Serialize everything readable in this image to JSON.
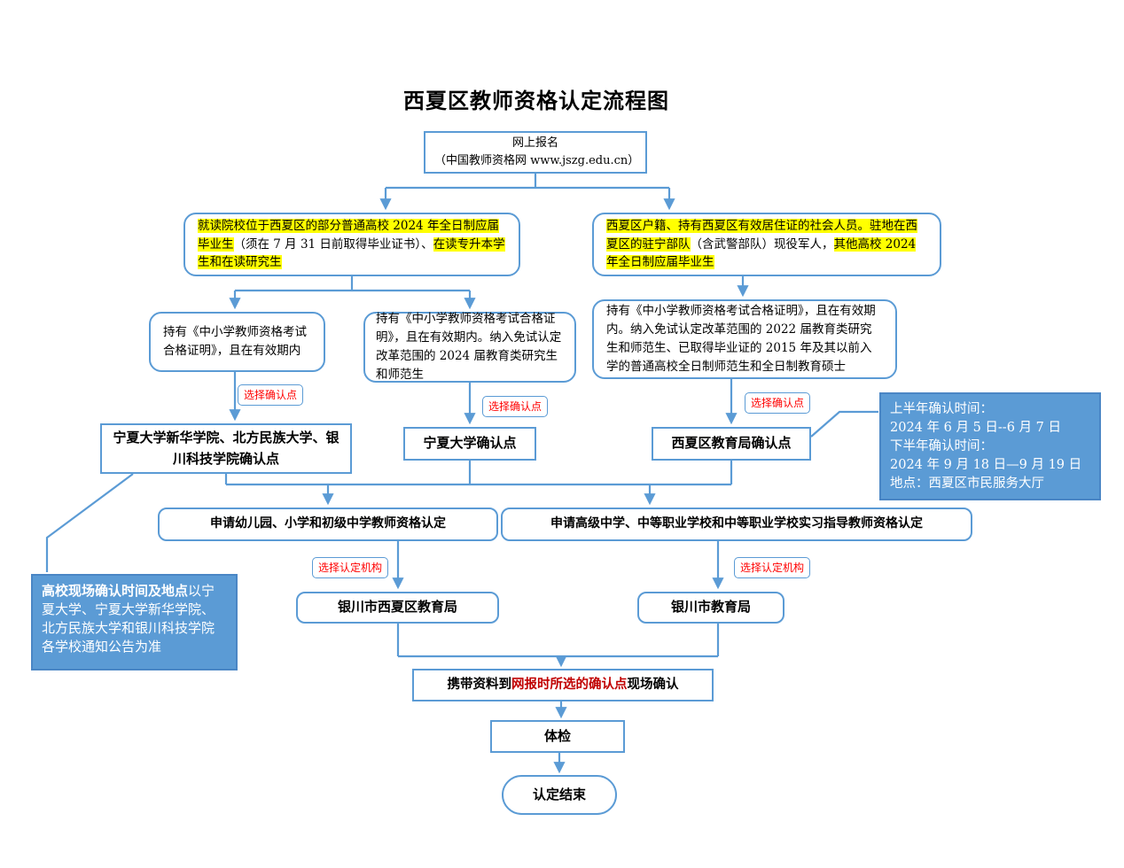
{
  "title": "西夏区教师资格认定流程图",
  "nodes": {
    "online_reg": {
      "line1": "网上报名",
      "line2": "（中国教师资格网 www.jszg.edu.cn）"
    },
    "group_left": {
      "seg1_highlight": "就读院校位于西夏区的部分普通高校 2024 年全日制应届毕业生",
      "seg2_plain": "（须在 7 月 31 日前取得毕业证书）、",
      "seg3_highlight": "在读专升本学生和在读研究生"
    },
    "group_right": {
      "seg1_highlight": "西夏区户籍、持有西夏区有效居住证的社会人员。",
      "seg2_highlight": "驻地在西夏区的驻宁部队",
      "seg3_plain": "（含武警部队）现役军人，",
      "seg4_highlight": "其他高校 2024 年全日制应届毕业生"
    },
    "cond_a": {
      "text": "持有《中小学教师资格考试合格证明》，且在有效期内"
    },
    "cond_b": {
      "text": "持有《中小学教师资格考试合格证明》，且在有效期内。纳入免试认定改革范围的 2024 届教育类研究生和师范生"
    },
    "cond_c": {
      "text": "持有《中小学教师资格考试合格证明》，且在有效期内。纳入免试认定改革范围的 2022 届教育类研究生和师范生、已取得毕业证的 2015 年及其以前入学的普通高校全日制师范生和全日制教育硕士"
    },
    "confirm_left": {
      "text": "宁夏大学新华学院、北方民族大学、银川科技学院确认点"
    },
    "confirm_mid": {
      "text": "宁夏大学确认点"
    },
    "confirm_right": {
      "text": "西夏区教育局确认点"
    },
    "apply_left": {
      "text": "申请幼儿园、小学和初级中学教师资格认定"
    },
    "apply_right": {
      "text": "申请高级中学、中等职业学校和中等职业学校实习指导教师资格认定"
    },
    "bureau_left": {
      "text": "银川市西夏区教育局"
    },
    "bureau_right": {
      "text": "银川市教育局"
    },
    "onsite": {
      "seg1": "携带资料到",
      "seg2_red": "网报时所选的确认点",
      "seg3": "现场确认"
    },
    "physical": {
      "text": "体检"
    },
    "end": {
      "text": "认定结束"
    }
  },
  "labels": {
    "choose_confirm_point": "选择确认点",
    "choose_agency": "选择认定机构"
  },
  "notes": {
    "confirm_time": {
      "lines": [
        "上半年确认时间：",
        "2024 年 6 月 5 日--6 月 7 日",
        "下半年确认时间：",
        "2024 年 9 月 18 日—9 月 19 日",
        "地点：西夏区市民服务大厅"
      ]
    },
    "college_note": {
      "bold": "高校现场确认时间及地点",
      "rest": "以宁夏大学、宁夏大学新华学院、北方民族大学和银川科技学院各学校通知公告为准"
    }
  },
  "colors": {
    "line_blue": "#5B9BD5",
    "note_fill": "#5B9BD5",
    "note_border": "#4A86C5",
    "highlight_yellow": "#FFFF00",
    "label_red": "#FF0000",
    "emphasis_dark_red": "#C00000",
    "text_black": "#000000"
  }
}
